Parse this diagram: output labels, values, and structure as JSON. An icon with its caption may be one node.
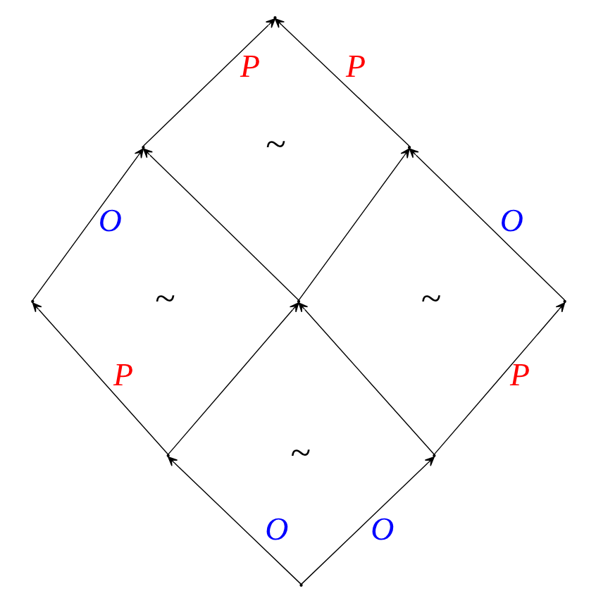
{
  "diagram": {
    "nodes": [
      {
        "text": [],
        "shape": "point"
      },
      {
        "text": [],
        "shape": "point"
      },
      {
        "text": [],
        "shape": "point"
      },
      {
        "text": [],
        "shape": "point"
      },
      {
        "text": [],
        "shape": "point"
      },
      {
        "text": [],
        "shape": "point"
      },
      {
        "text": [],
        "shape": "point"
      },
      {
        "text": [],
        "shape": "point"
      },
      {
        "text": [],
        "shape": "point"
      }
    ],
    "edges": [
      {
        "from": 8,
        "to": 6,
        "arrow": "to",
        "label": "O"
      },
      {
        "from": 8,
        "to": 7,
        "arrow": "to",
        "label": "O"
      },
      {
        "from": 6,
        "to": 3,
        "arrow": "to",
        "label": "P"
      },
      {
        "from": 6,
        "to": 4,
        "arrow": "to"
      },
      {
        "from": 7,
        "to": 4,
        "arrow": "to"
      },
      {
        "from": 7,
        "to": 5,
        "arrow": "to",
        "label": "P"
      },
      {
        "from": 3,
        "to": 1,
        "arrow": "to",
        "label": "O"
      },
      {
        "from": 4,
        "to": 1,
        "arrow": "to"
      },
      {
        "from": 4,
        "to": 2,
        "arrow": "to"
      },
      {
        "from": 5,
        "to": 2,
        "arrow": "to",
        "label": "O"
      },
      {
        "from": 1,
        "to": 0,
        "arrow": "to",
        "label": "P"
      },
      {
        "from": 2,
        "to": 0,
        "arrow": "to",
        "label": "P"
      }
    ],
    "labels": [
      "~",
      "~",
      "~",
      "~"
    ]
  }
}
